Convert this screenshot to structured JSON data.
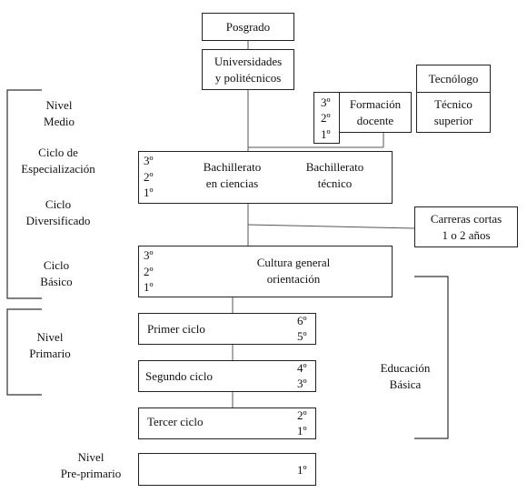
{
  "top": {
    "posgrado": "Posgrado",
    "universidades": "Universidades\ny politécnicos",
    "tecnologo": "Tecnólogo",
    "tecnico_superior": "Técnico\nsuperior",
    "formacion_docente": "Formación\ndocente",
    "formacion_grades": [
      "3º",
      "2º",
      "1º"
    ]
  },
  "nivel_medio": {
    "label": "Nivel\nMedio",
    "ciclo_especializacion": "Ciclo de\nEspecialización",
    "ciclo_diversificado": "Ciclo\nDiversificado",
    "ciclo_basico": "Ciclo\nBásico"
  },
  "diversificado_box": {
    "grades": [
      "3º",
      "2º",
      "1º"
    ],
    "bach_ciencias": "Bachillerato\nen ciencias",
    "bach_tecnico": "Bachillerato\ntécnico"
  },
  "carreras_cortas": "Carreras cortas\n1 o 2 años",
  "basico_box": {
    "grades": [
      "3º",
      "2º",
      "1º"
    ],
    "text": "Cultura general\norientación"
  },
  "nivel_primario": {
    "label": "Nivel\nPrimario",
    "primer_ciclo": {
      "label": "Primer ciclo",
      "grades": [
        "6º",
        "5º"
      ]
    },
    "segundo_ciclo": {
      "label": "Segundo ciclo",
      "grades": [
        "4º",
        "3º"
      ]
    },
    "tercer_ciclo": {
      "label": "Tercer ciclo",
      "grades": [
        "2º",
        "1º"
      ]
    }
  },
  "educacion_basica": "Educación\nBásica",
  "nivel_preprimario": {
    "label": "Nivel\nPre-primario",
    "grade": "1º"
  }
}
